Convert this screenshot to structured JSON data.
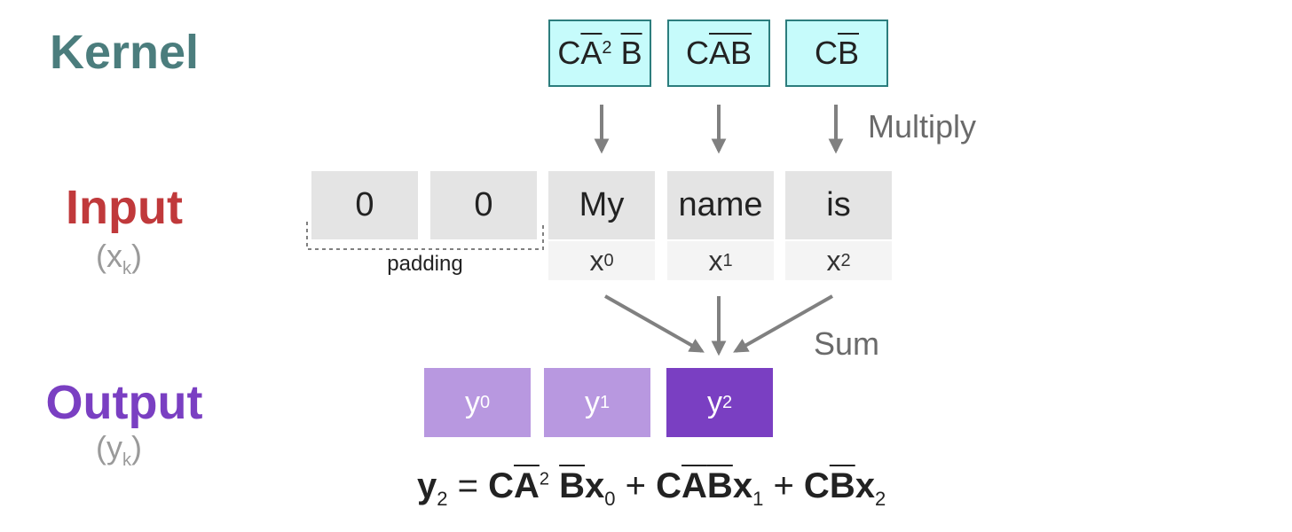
{
  "labels": {
    "kernel": "Kernel",
    "input": "Input",
    "input_sub_base": "x",
    "input_sub_index": "k",
    "output": "Output",
    "output_sub_base": "y",
    "output_sub_index": "k",
    "multiply": "Multiply",
    "sum": "Sum",
    "padding": "padding"
  },
  "kernel_cells": [
    {
      "c": "C",
      "a": "A",
      "power": "2",
      "b": "B"
    },
    {
      "c": "C",
      "a": "A",
      "b": "B"
    },
    {
      "c": "C",
      "b": "B"
    }
  ],
  "input_cells": [
    "0",
    "0",
    "My",
    "name",
    "is"
  ],
  "input_symbols": [
    {
      "base": "x",
      "index": "0"
    },
    {
      "base": "x",
      "index": "1"
    },
    {
      "base": "x",
      "index": "2"
    }
  ],
  "output_cells": [
    {
      "base": "y",
      "index": "0"
    },
    {
      "base": "y",
      "index": "1"
    },
    {
      "base": "y",
      "index": "2"
    }
  ],
  "equation": {
    "lhs_base": "y",
    "lhs_index": "2",
    "equals": "=",
    "t1_c": "C",
    "t1_a": "A",
    "t1_pow": "2",
    "t1_b": "B",
    "t1_x": "x",
    "t1_idx": "0",
    "plus1": "+",
    "t2_c": "C",
    "t2_a": "A",
    "t2_b": "B",
    "t2_x": "x",
    "t2_idx": "1",
    "plus2": "+",
    "t3_c": "C",
    "t3_b": "B",
    "t3_x": "x",
    "t3_idx": "2"
  },
  "colors": {
    "kernel_label": "#4b7d7d",
    "input_label": "#c0393b",
    "output_label": "#7a3fc2",
    "kernel_fill": "#c6fbfb",
    "kernel_border": "#2c7d7d",
    "output_light": "#b898e0",
    "output_dark": "#7a3fc2",
    "arrow": "#808080"
  }
}
